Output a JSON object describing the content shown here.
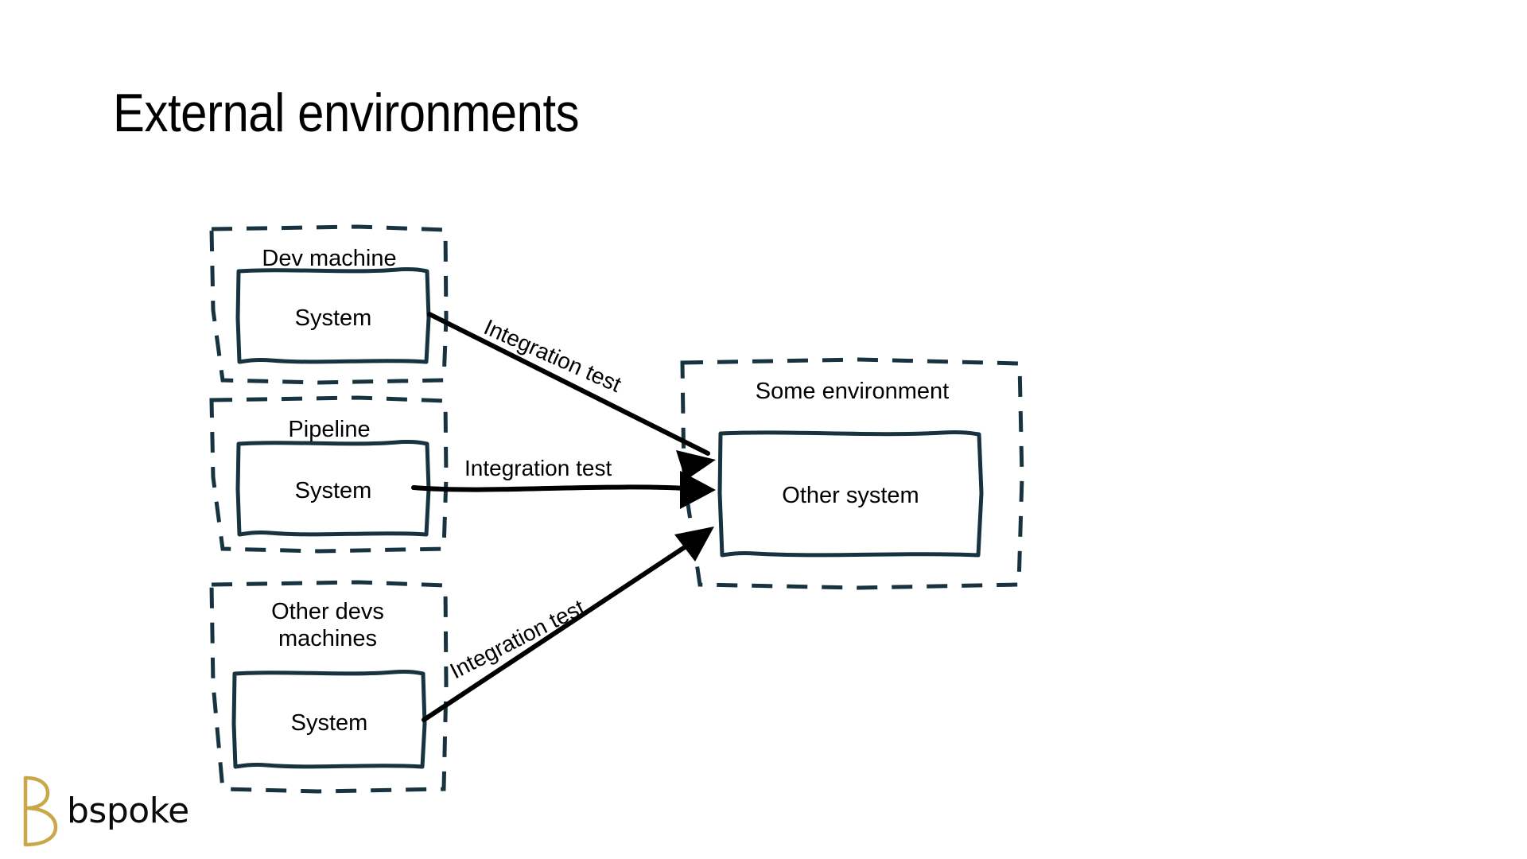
{
  "slide": {
    "title": "External environments",
    "background_color": "#ffffff"
  },
  "colors": {
    "stroke_navy": "#16333f",
    "arrow_black": "#000000",
    "text_black": "#000000",
    "logo_gold": "#c9a84c"
  },
  "diagram": {
    "type": "flow-diagram",
    "style": "hand-drawn",
    "environments": [
      {
        "id": "dev-machine",
        "label": "Dev machine",
        "border": "dashed",
        "system": {
          "label": "System",
          "border": "solid"
        }
      },
      {
        "id": "pipeline",
        "label": "Pipeline",
        "border": "dashed",
        "system": {
          "label": "System",
          "border": "solid"
        }
      },
      {
        "id": "other-devs-machines",
        "label": "Other devs\nmachines",
        "label_line1": "Other devs",
        "label_line2": "machines",
        "border": "dashed",
        "system": {
          "label": "System",
          "border": "solid"
        }
      },
      {
        "id": "some-environment",
        "label": "Some environment",
        "border": "dashed",
        "system": {
          "label": "Other system",
          "border": "solid"
        }
      }
    ],
    "connections": [
      {
        "id": "dev-to-other",
        "from": "dev-machine.system",
        "to": "some-environment.system",
        "label": "Integration test",
        "direction": "down-right",
        "label_rotation_deg": 24
      },
      {
        "id": "pipeline-to-other",
        "from": "pipeline.system",
        "to": "some-environment.system",
        "label": "Integration test",
        "direction": "right",
        "label_rotation_deg": 0
      },
      {
        "id": "otherdevs-to-other",
        "from": "other-devs-machines.system",
        "to": "some-environment.system",
        "label": "Integration test",
        "direction": "up-right",
        "label_rotation_deg": -27
      }
    ]
  },
  "logo": {
    "wordmark": "bspoke",
    "mark_name": "bspoke-b-mark"
  }
}
